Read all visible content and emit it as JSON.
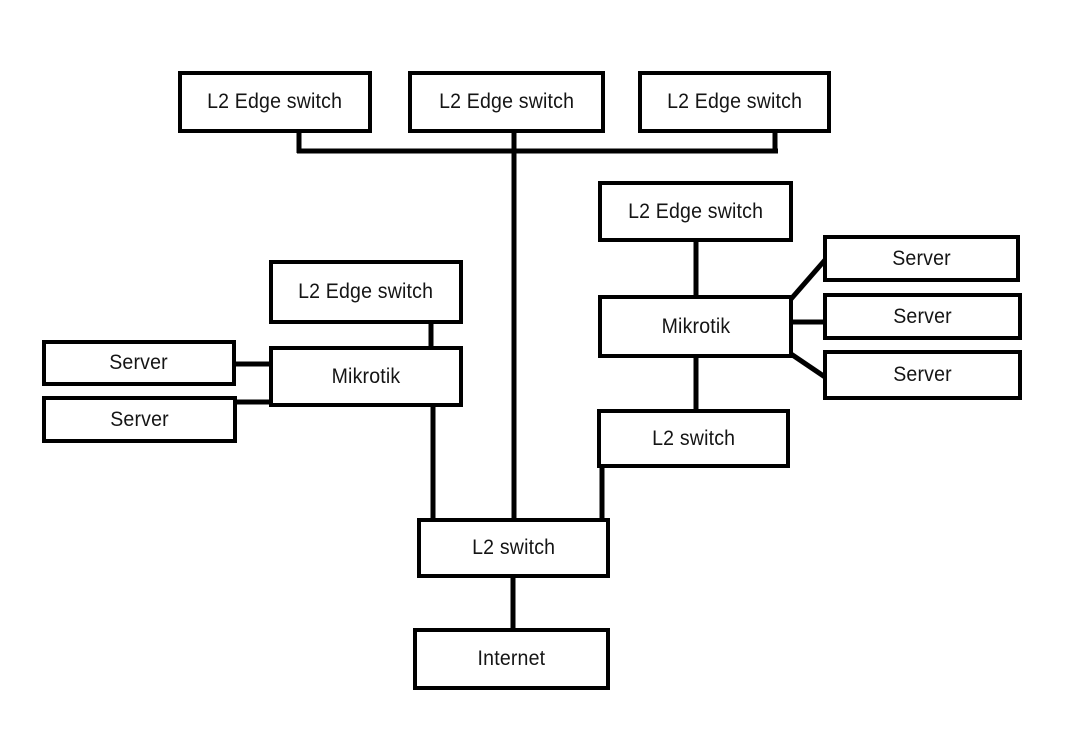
{
  "diagram": {
    "type": "network-topology",
    "background_color": "#ffffff",
    "line_color": "#000000",
    "nodes": [
      {
        "id": "edge-switch-top-1",
        "label": "L2 Edge switch"
      },
      {
        "id": "edge-switch-top-2",
        "label": "L2 Edge switch"
      },
      {
        "id": "edge-switch-top-3",
        "label": "L2 Edge switch"
      },
      {
        "id": "edge-switch-right",
        "label": "L2 Edge switch"
      },
      {
        "id": "mikrotik-right",
        "label": "Mikrotik"
      },
      {
        "id": "server-right-1",
        "label": "Server"
      },
      {
        "id": "server-right-2",
        "label": "Server"
      },
      {
        "id": "server-right-3",
        "label": "Server"
      },
      {
        "id": "edge-switch-left",
        "label": "L2 Edge switch"
      },
      {
        "id": "mikrotik-left",
        "label": "Mikrotik"
      },
      {
        "id": "server-left-1",
        "label": "Server"
      },
      {
        "id": "server-left-2",
        "label": "Server"
      },
      {
        "id": "l2-switch-right",
        "label": "L2 switch"
      },
      {
        "id": "l2-switch-core",
        "label": "L2 switch"
      },
      {
        "id": "internet",
        "label": "Internet"
      }
    ],
    "connections": [
      {
        "from": "edge-switch-top-1",
        "to": "top-bus"
      },
      {
        "from": "edge-switch-top-2",
        "to": "top-bus"
      },
      {
        "from": "edge-switch-top-3",
        "to": "top-bus"
      },
      {
        "from": "edge-switch-top-2",
        "to": "l2-switch-core"
      },
      {
        "from": "edge-switch-right",
        "to": "mikrotik-right"
      },
      {
        "from": "mikrotik-right",
        "to": "server-right-1"
      },
      {
        "from": "mikrotik-right",
        "to": "server-right-2"
      },
      {
        "from": "mikrotik-right",
        "to": "server-right-3"
      },
      {
        "from": "mikrotik-right",
        "to": "l2-switch-right"
      },
      {
        "from": "l2-switch-right",
        "to": "l2-switch-core"
      },
      {
        "from": "edge-switch-left",
        "to": "mikrotik-left"
      },
      {
        "from": "server-left-1",
        "to": "mikrotik-left"
      },
      {
        "from": "server-left-2",
        "to": "mikrotik-left"
      },
      {
        "from": "mikrotik-left",
        "to": "l2-switch-core"
      },
      {
        "from": "l2-switch-core",
        "to": "internet"
      }
    ]
  }
}
